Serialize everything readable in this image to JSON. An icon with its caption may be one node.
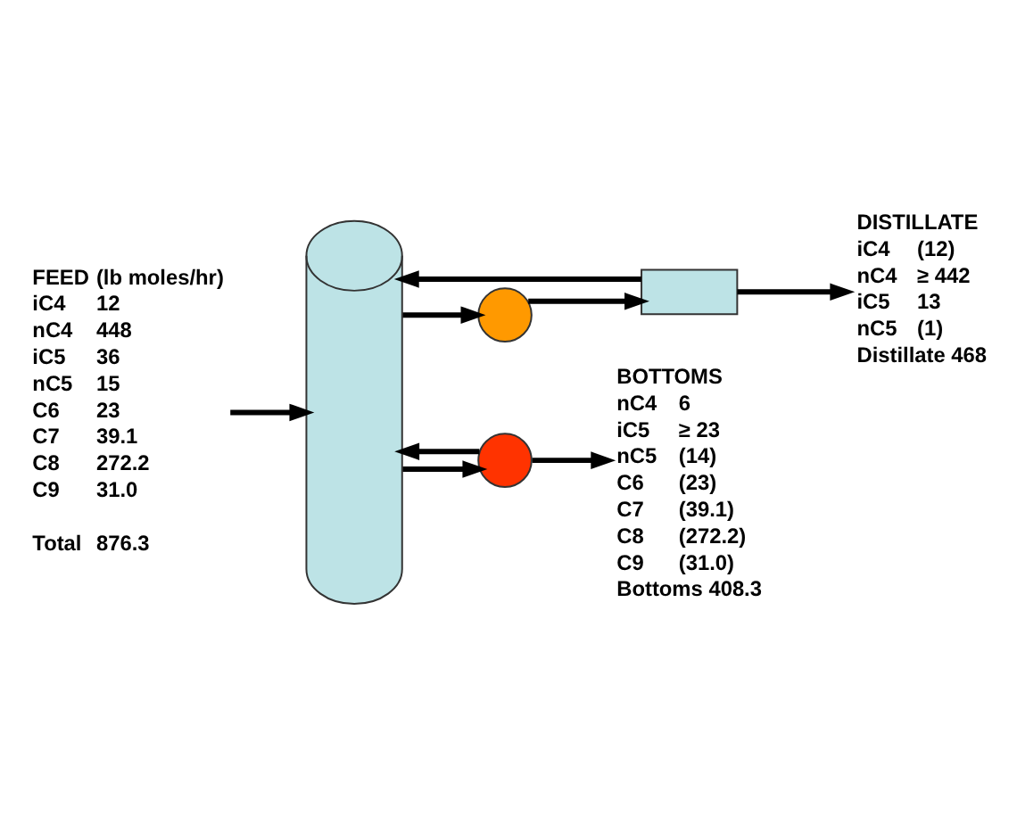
{
  "diagram": {
    "nodes": [
      {
        "text": [],
        "shape": "circle"
      },
      {
        "text": [],
        "shape": "cylinder"
      },
      {
        "text": [],
        "shape": "box"
      },
      {
        "text": [
          "DISTILLATE",
          "iC4",
          "(12)",
          "nC4",
          "≥ 442",
          "iC5",
          "13",
          "nC5",
          "(1)",
          "Distillate 468"
        ]
      },
      {
        "text": [
          "FEED",
          "(lb moles/hr)",
          "iC4",
          "12",
          "nC4",
          "448",
          "iC5",
          "36",
          "nC5",
          "15",
          "C6",
          "23",
          "C7",
          "39.1",
          "C8",
          "272.2",
          "C9",
          "31.0",
          "Total",
          "876.3"
        ]
      },
      {
        "text": [],
        "shape": "circle"
      },
      {
        "text": [
          "BOTTOMS",
          "nC4",
          "6",
          "iC5",
          "≥ 23",
          "nC5",
          "(14)",
          "C6",
          "(23)",
          "C7",
          "(39.1)",
          "C8",
          "(272.2)",
          "C9",
          "(31.0)",
          "Bottoms 408.3"
        ]
      }
    ],
    "edges": [
      {
        "from": 1,
        "to": 0,
        "arrow": "to"
      },
      {
        "from": 0,
        "to": 2,
        "arrow": "to"
      },
      {
        "from": 2,
        "to": 1,
        "arrow": "to"
      },
      {
        "from": 2,
        "to": 3,
        "arrow": "to"
      },
      {
        "from": 4,
        "to": 1,
        "arrow": "to"
      },
      {
        "from": 1,
        "to": 5,
        "arrow": "to"
      },
      {
        "from": 5,
        "to": 1,
        "arrow": "to"
      },
      {
        "from": 5,
        "to": 6,
        "arrow": "to"
      }
    ]
  }
}
